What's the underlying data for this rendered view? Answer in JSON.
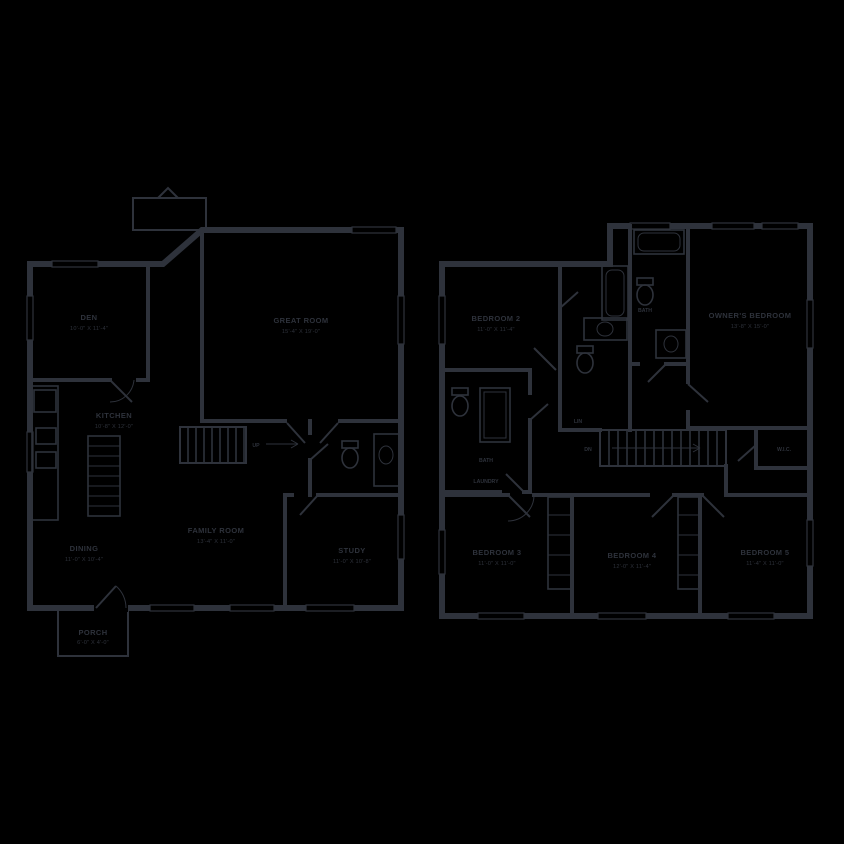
{
  "colors": {
    "background": "#000000",
    "line": "#2e323b"
  },
  "first_floor": {
    "den": {
      "name": "DEN",
      "dims": "10'-0\" X 11'-4\""
    },
    "great_room": {
      "name": "GREAT ROOM",
      "dims": "15'-4\" X 19'-0\""
    },
    "kitchen": {
      "name": "KITCHEN",
      "dims": "10'-8\" X 12'-0\""
    },
    "dining": {
      "name": "DINING",
      "dims": "11'-0\" X 10'-4\""
    },
    "family_room": {
      "name": "FAMILY ROOM",
      "dims": "13'-4\" X 11'-0\""
    },
    "study": {
      "name": "STUDY",
      "dims": "11'-0\" X 10'-8\""
    },
    "porch": {
      "name": "PORCH",
      "dims": "6'-0\" X 4'-0\""
    },
    "stairs": {
      "label": "UP"
    }
  },
  "second_floor": {
    "bedroom2": {
      "name": "BEDROOM 2",
      "dims": "11'-0\" X 11'-4\""
    },
    "owners_bedroom": {
      "name": "OWNER'S BEDROOM",
      "dims": "13'-8\" X 15'-0\""
    },
    "bath": {
      "name": "BATH"
    },
    "laundry": {
      "name": "LAUNDRY"
    },
    "linen": {
      "name": "LIN"
    },
    "wic": {
      "name": "W.I.C."
    },
    "bedroom3": {
      "name": "BEDROOM 3",
      "dims": "11'-0\" X 11'-0\""
    },
    "bedroom4": {
      "name": "BEDROOM 4",
      "dims": "12'-0\" X 11'-4\""
    },
    "bedroom5": {
      "name": "BEDROOM 5",
      "dims": "11'-4\" X 11'-0\""
    },
    "stairs": {
      "label": "DN"
    }
  }
}
